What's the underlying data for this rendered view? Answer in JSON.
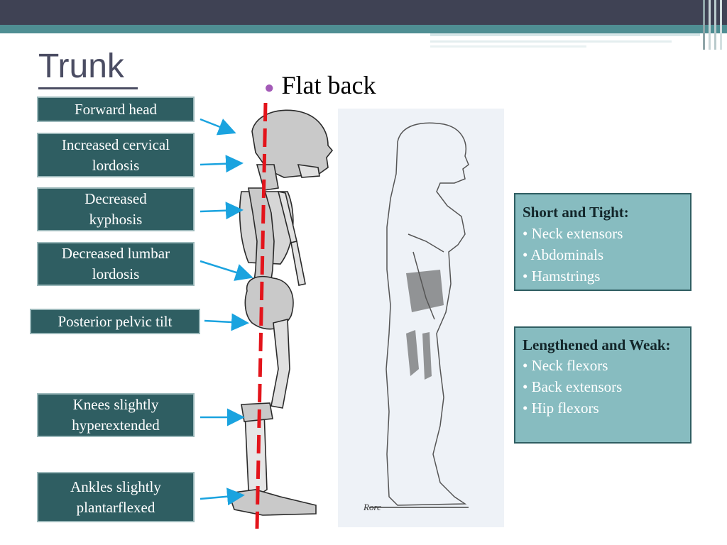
{
  "slide": {
    "title": "Trunk",
    "bullet": "Flat back"
  },
  "labels": [
    {
      "id": "forward-head",
      "text": "Forward head"
    },
    {
      "id": "cervical-lordosis",
      "text": "Increased cervical lordosis"
    },
    {
      "id": "kyphosis",
      "text": "Decreased kyphosis"
    },
    {
      "id": "lumbar-lordosis",
      "text": "Decreased lumbar lordosis"
    },
    {
      "id": "pelvic-tilt",
      "text": "Posterior pelvic tilt"
    },
    {
      "id": "knees",
      "text": "Knees slightly hyperextended"
    },
    {
      "id": "ankles",
      "text": "Ankles slightly plantarflexed"
    }
  ],
  "short_tight": {
    "heading": "Short and Tight:",
    "items": [
      "• Neck extensors",
      "• Abdominals",
      "• Hamstrings"
    ]
  },
  "lengthened_weak": {
    "heading": "Lengthened and Weak:",
    "items": [
      "• Neck flexors",
      "• Back extensors",
      "• Hip flexors"
    ]
  },
  "signature": "Rorc",
  "colors": {
    "header_bar": "#3f4254",
    "accent_teal": "#4f8e93",
    "label_bg": "#2f5e62",
    "info_bg": "#87bcc0",
    "plumb_line": "#e3141b",
    "arrow": "#1aa3df",
    "bullet": "#a35ab7"
  }
}
